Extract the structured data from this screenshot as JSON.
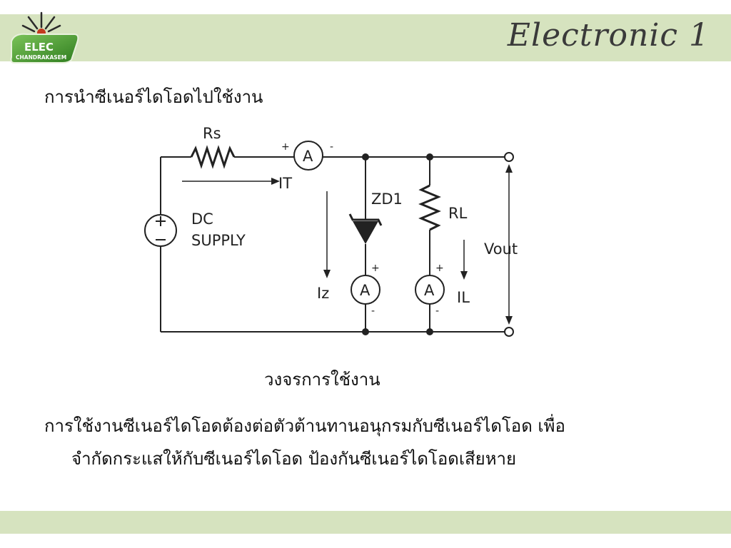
{
  "logo": {
    "line1": "ELEC",
    "line2": "CHANDRAKASEM"
  },
  "header": {
    "brand": "Electronic 1"
  },
  "heading": "การนำซีเนอร์ไดโอดไปใช้งาน",
  "diagram": {
    "rs": "Rs",
    "it": "IT",
    "dc_line1": "DC",
    "dc_line2": "SUPPLY",
    "zd1": "ZD1",
    "rl": "RL",
    "vout": "Vout",
    "iz": "Iz",
    "il": "IL",
    "ammeter": "A",
    "plus": "+",
    "minus": "-"
  },
  "caption": "วงจรการใช้งาน",
  "paragraph": {
    "line1": "การใช้งานซีเนอร์ไดโอดต้องต่อตัวต้านทานอนุกรมกับซีเนอร์ไดโอด เพื่อ",
    "line2": "จำกัดกระแสให้กับซีเนอร์ไดโอด ป้องกันซีเนอร์ไดโอดเสียหาย"
  },
  "colors": {
    "band": "#d6e3bf",
    "logo_green": "#3f8f2a",
    "line": "#222222"
  }
}
